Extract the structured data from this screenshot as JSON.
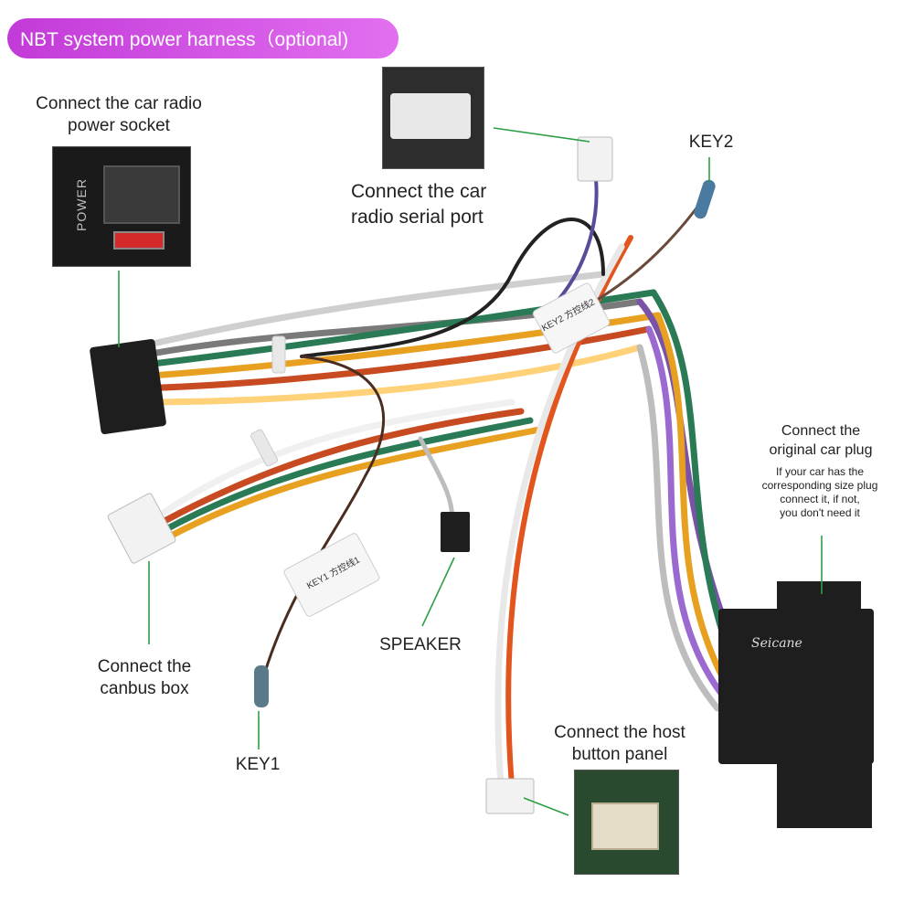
{
  "title": "NBT system power harness（optional)",
  "labels": {
    "power_socket": "Connect the car radio power socket",
    "power_line1": "Connect the car radio",
    "power_line2": "power socket",
    "serial_line1": "Connect the car",
    "serial_line2": "radio  serial port",
    "key2": "KEY2",
    "original_line1": "Connect the",
    "original_line2": "original car plug",
    "note_line1": "If your car has the",
    "note_line2": "corresponding size plug",
    "note_line3": "connect it, if not,",
    "note_line4": "you don't need it",
    "canbus_line1": "Connect the",
    "canbus_line2": "canbus box",
    "speaker": "SPEAKER",
    "key1": "KEY1",
    "host_line1": "Connect the host",
    "host_line2": "button panel"
  },
  "photo_text": {
    "power_word": "POWER",
    "brand": "Seicane",
    "tag_key2": "KEY2 方控线2",
    "tag_key1": "KEY1 方控线1"
  },
  "colors": {
    "title_pill": "#d24fe6",
    "leader_line": "#2e9e45",
    "connector_black": "#1e1e1e",
    "connector_white": "#f2f2f2"
  }
}
